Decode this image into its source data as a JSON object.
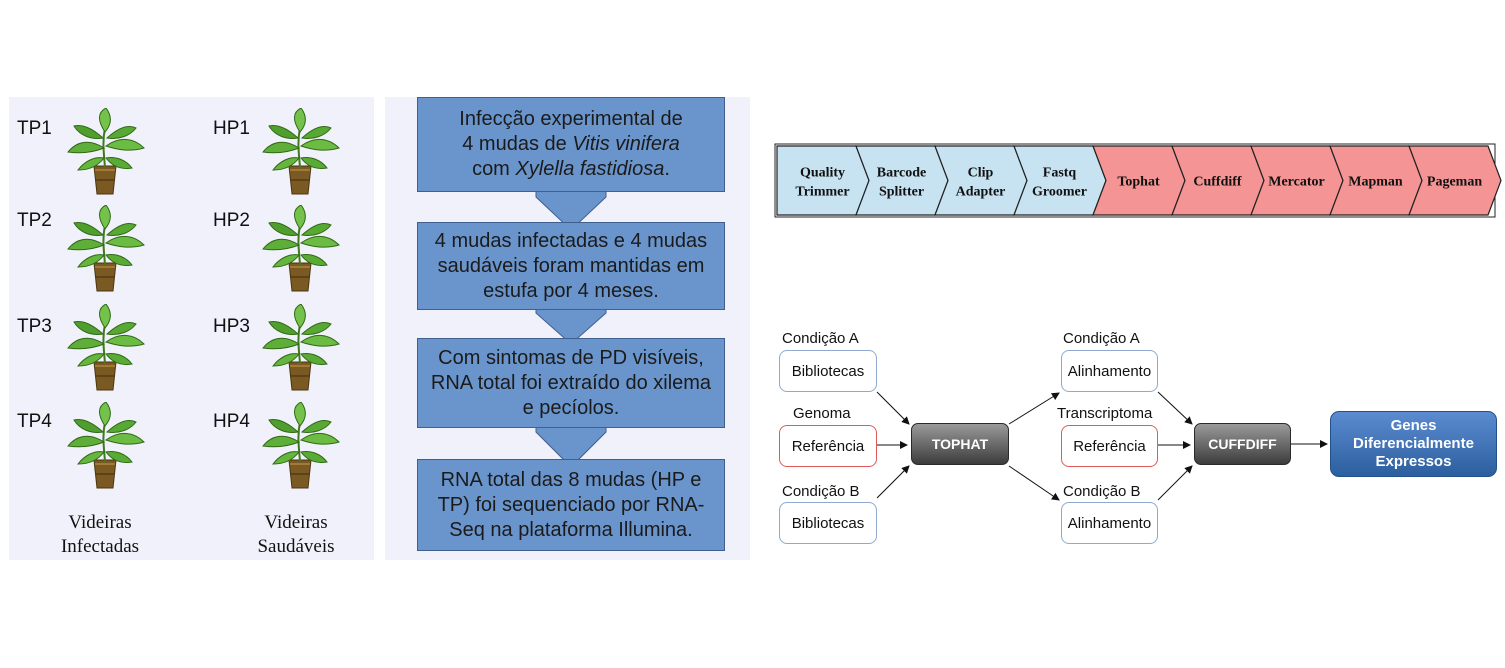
{
  "plants": {
    "infected": [
      "TP1",
      "TP2",
      "TP3",
      "TP4"
    ],
    "healthy": [
      "HP1",
      "HP2",
      "HP3",
      "HP4"
    ],
    "caption_infected": [
      "Videiras",
      "Infectadas"
    ],
    "caption_healthy": [
      "Videiras",
      "Saudáveis"
    ]
  },
  "flow": {
    "step1": {
      "line1": "Infecção experimental de",
      "line2_pre": "4 mudas de ",
      "line2_em": "Vitis vinifera",
      "line3_pre": "com ",
      "line3_em": "Xylella fastidiosa",
      "line3_post": "."
    },
    "step2": "4 mudas infectadas e 4 mudas saudáveis foram mantidas em estufa por 4 meses.",
    "step3": "Com sintomas de PD visíveis, RNA total foi extraído do xilema e pecíolos.",
    "step4": "RNA total das 8 mudas (HP e TP) foi sequenciado por RNA-Seq na plataforma Illumina.",
    "box_color": "#6a95cc"
  },
  "pipeline": {
    "steps": [
      {
        "line1": "Quality",
        "line2": "Trimmer",
        "color": "#c7e3f2"
      },
      {
        "line1": "Barcode",
        "line2": "Splitter",
        "color": "#c7e3f2"
      },
      {
        "line1": "Clip",
        "line2": "Adapter",
        "color": "#c7e3f2"
      },
      {
        "line1": "Fastq",
        "line2": "Groomer",
        "color": "#c7e3f2"
      },
      {
        "line1": "Tophat",
        "line2": "",
        "color": "#f59494"
      },
      {
        "line1": "Cuffdiff",
        "line2": "",
        "color": "#f59494"
      },
      {
        "line1": "Mercator",
        "line2": "",
        "color": "#f59494"
      },
      {
        "line1": "Mapman",
        "line2": "",
        "color": "#f59494"
      },
      {
        "line1": "Pageman",
        "line2": "",
        "color": "#f59494"
      }
    ]
  },
  "dag": {
    "input_a_label": "Condição A",
    "input_a_box": "Bibliotecas",
    "genome_label": "Genoma",
    "genome_box": "Referência",
    "input_b_label": "Condição B",
    "input_b_box": "Bibliotecas",
    "tophat": "TOPHAT",
    "align_a_label": "Condição A",
    "align_a_box": "Alinhamento",
    "transcriptome_label": "Transcriptoma",
    "transcriptome_box": "Referência",
    "align_b_label": "Condição B",
    "align_b_box": "Alinhamento",
    "cuffdiff": "CUFFDIFF",
    "result": [
      "Genes",
      "Diferencialmente",
      "Expressos"
    ]
  }
}
